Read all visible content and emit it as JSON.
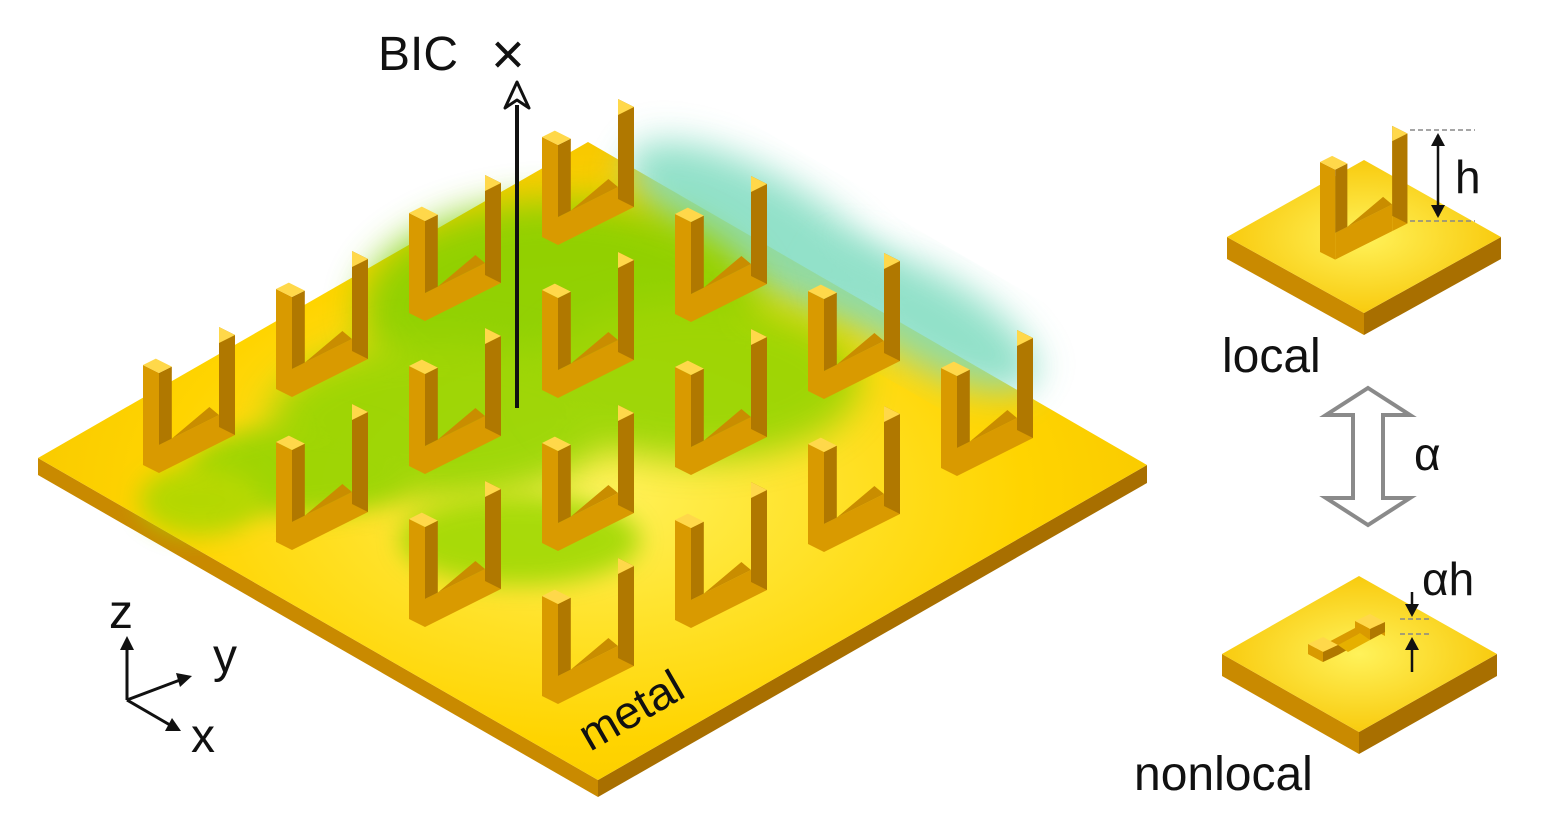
{
  "labels": {
    "bic": "BIC",
    "bic_mark": "×",
    "substrate": "metal",
    "axis_z": "z",
    "axis_y": "y",
    "axis_x": "x",
    "height": "h",
    "local": "local",
    "alpha": "α",
    "alpha_h": "αh",
    "nonlocal": "nonlocal"
  },
  "colors": {
    "gold_top": "#ffd000",
    "gold_highlight": "#fff25a",
    "gold_side_left": "#c98a00",
    "gold_side_right": "#a86f00",
    "gold_pillar_front": "#d99a00",
    "gold_pillar_side": "#b07800",
    "field_green": "#7fd000",
    "field_cyan": "#7fdcc0",
    "arrow_gray": "#8a8a8a"
  },
  "array": {
    "rows": 4,
    "columns": 4
  }
}
